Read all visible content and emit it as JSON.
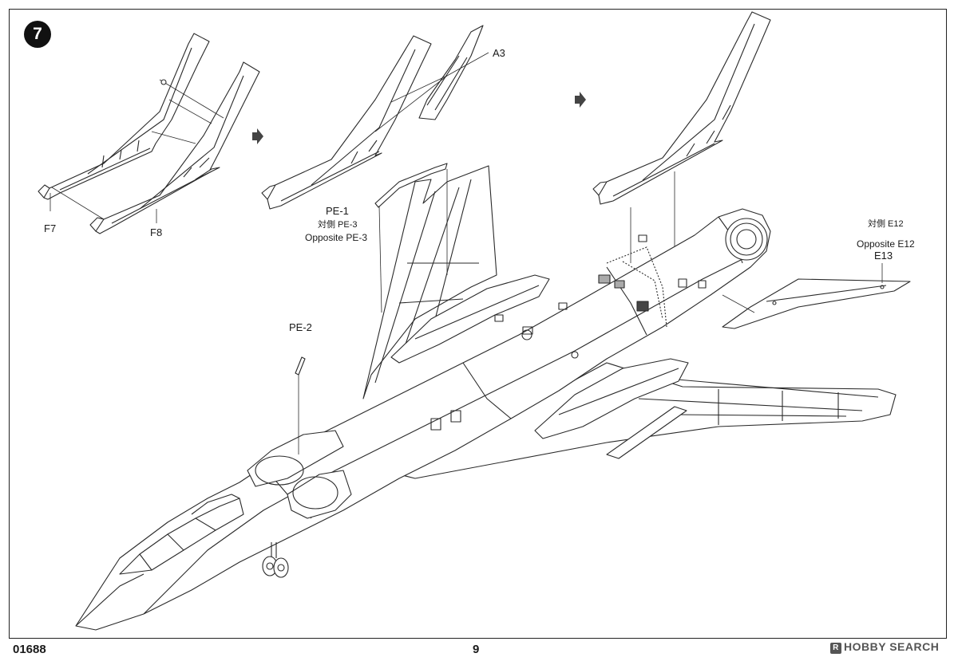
{
  "step_number": "7",
  "callouts": {
    "f7": "F7",
    "f8": "F8",
    "a3": "A3",
    "pe1": "PE-1",
    "pe3_jp": "対側 PE-3",
    "pe3_en": "Opposite PE-3",
    "pe2": "PE-2",
    "e12_jp": "対側 E12",
    "e12_en": "Opposite E12",
    "e13": "E13"
  },
  "footer": {
    "kit_number": "01688",
    "page_number": "9"
  },
  "watermark": {
    "brand": "HOBBY SEARCH",
    "logo_mark": "R"
  },
  "arrow_icon": "right-arrow-icon",
  "colors": {
    "line": "#2a2a2a",
    "panel": "#dcdcdc",
    "badge": "#111111"
  }
}
